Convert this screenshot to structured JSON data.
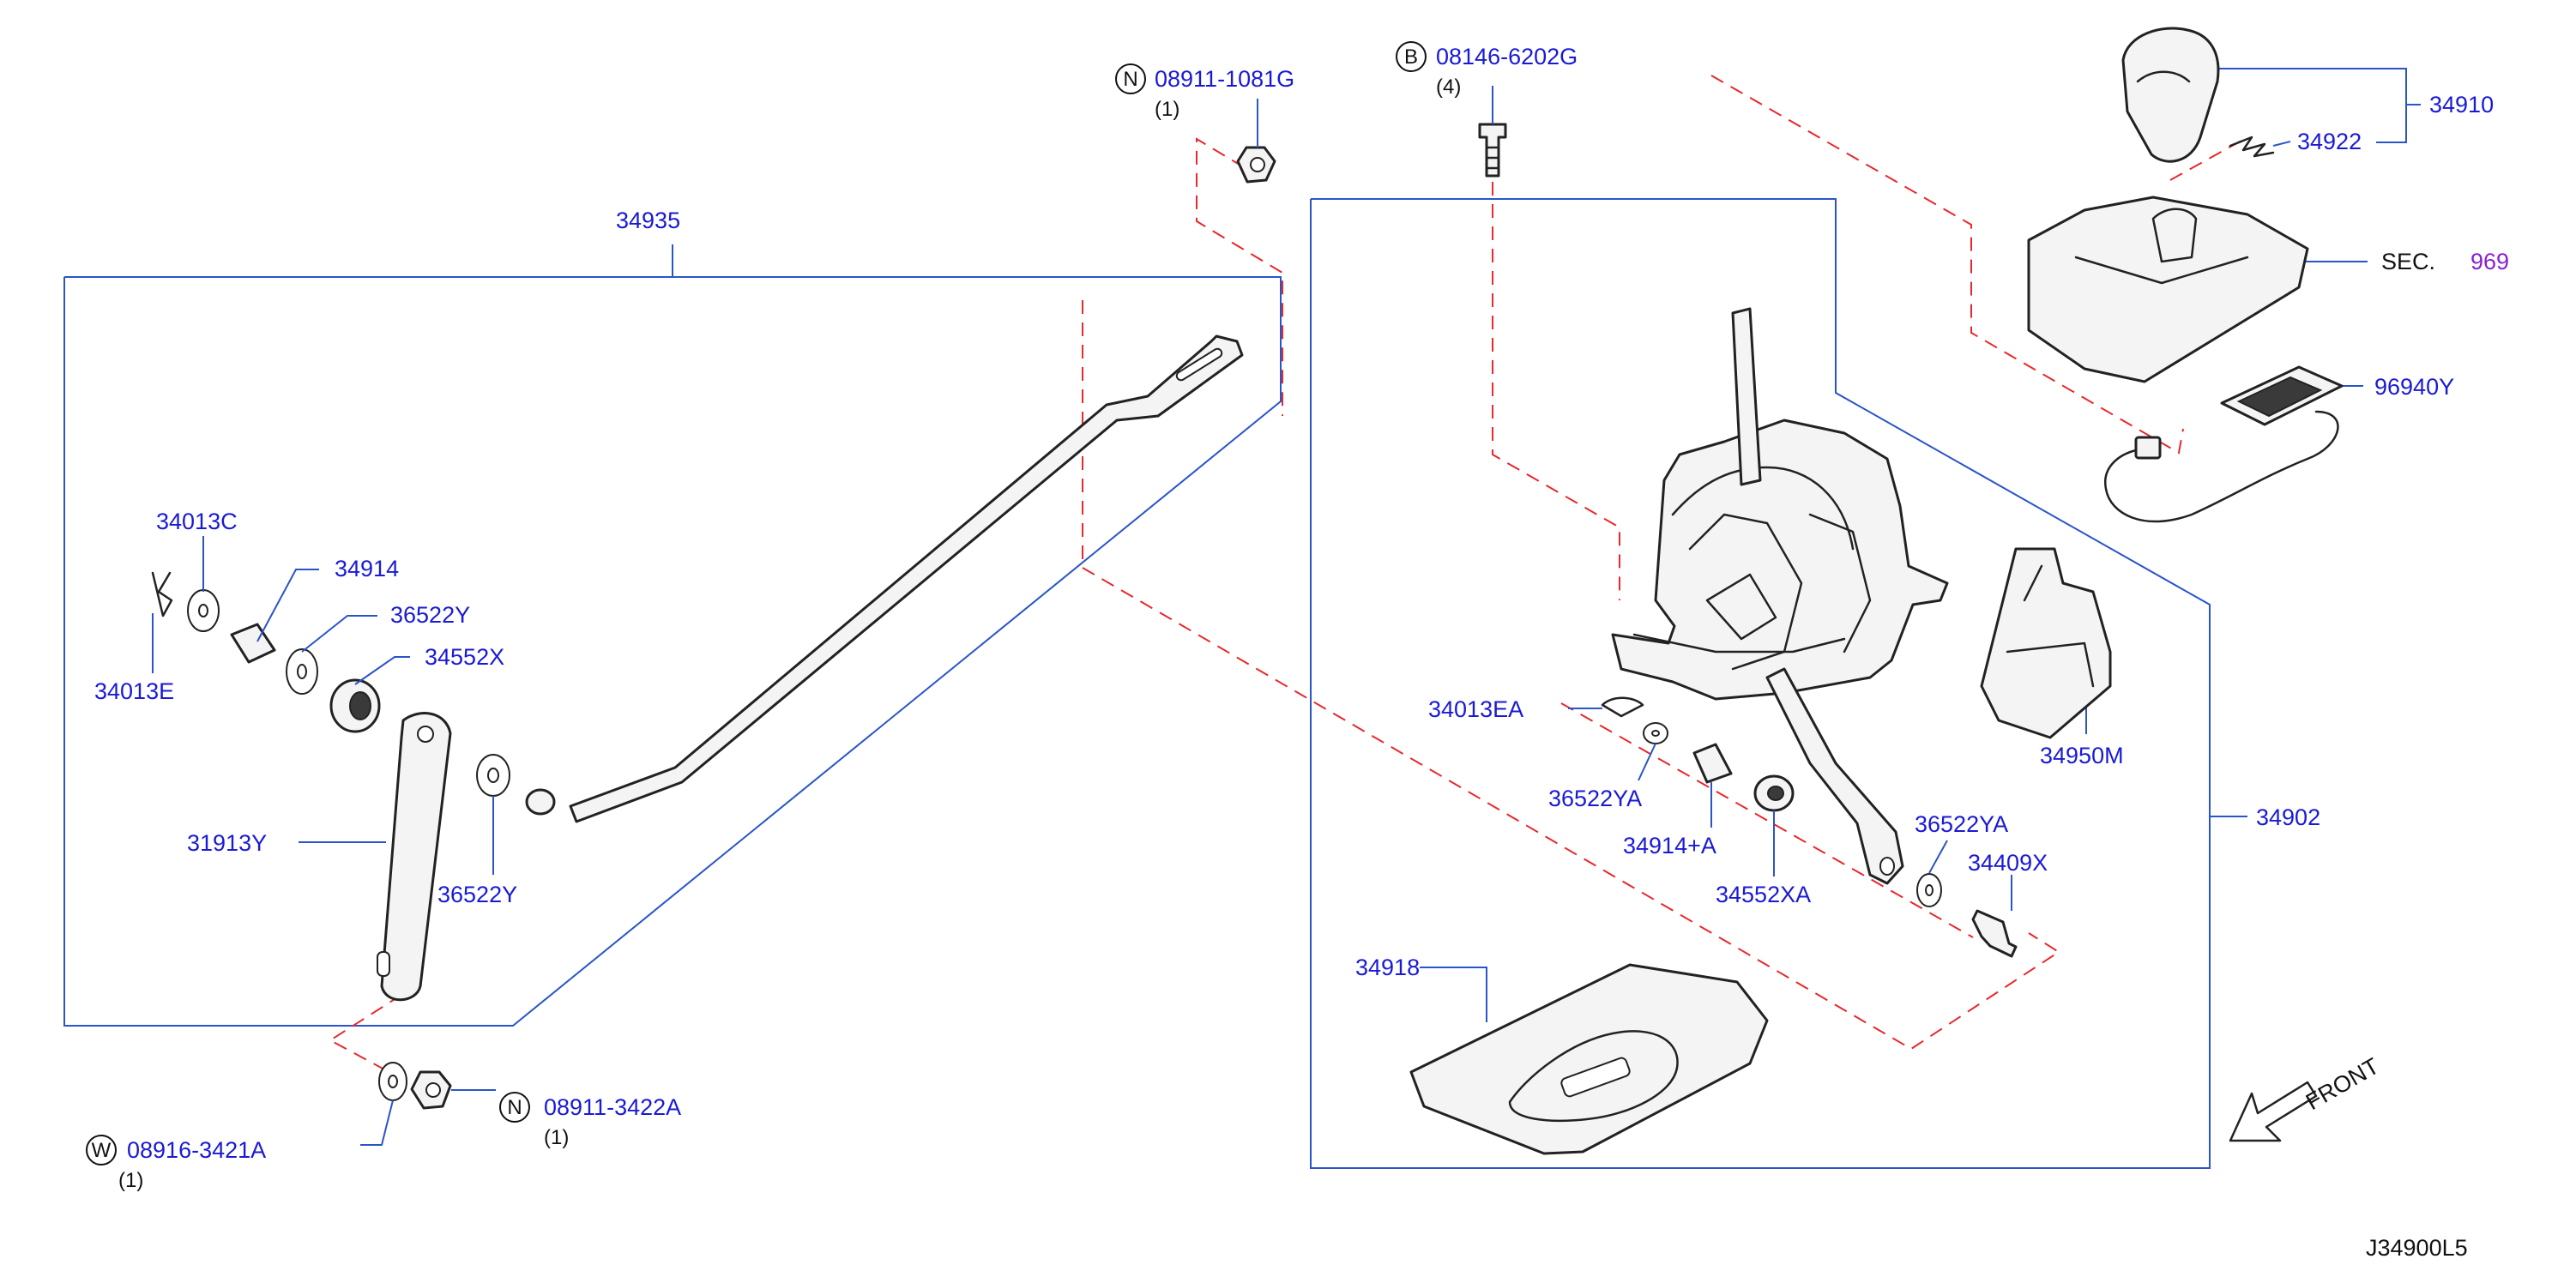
{
  "diagram": {
    "code": "J34900L5",
    "front_label": "FRONT",
    "callouts": {
      "p34935": "34935",
      "p34902": "34902",
      "p34910": "34910",
      "p34922": "34922",
      "sec_prefix": "SEC.",
      "sec_number": "969",
      "p96940y": "96940Y",
      "p34950m": "34950M",
      "p34918": "34918",
      "p34013c": "34013C",
      "p34914": "34914",
      "p36522y_a": "36522Y",
      "p34552x": "34552X",
      "p34013e": "34013E",
      "p31913y": "31913Y",
      "p36522y_b": "36522Y",
      "p34013ea": "34013EA",
      "p36522ya_a": "36522YA",
      "p34914a": "34914+A",
      "p34552xa": "34552XA",
      "p36522ya_b": "36522YA",
      "p34409x": "34409X"
    },
    "fasteners": {
      "nut_top": {
        "symbol": "N",
        "code": "08911-1081G",
        "qty": "(1)"
      },
      "bolt_top": {
        "symbol": "B",
        "code": "08146-6202G",
        "qty": "(4)"
      },
      "nut_bottom": {
        "symbol": "N",
        "code": "08911-3422A",
        "qty": "(1)"
      },
      "washer_bottom": {
        "symbol": "W",
        "code": "08916-3421A",
        "qty": "(1)"
      }
    }
  }
}
